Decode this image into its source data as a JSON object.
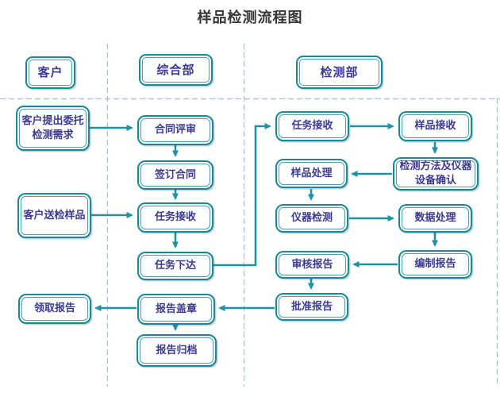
{
  "title": "样品检测流程图",
  "colors": {
    "box_border_teal": "#1b8899",
    "arrow_teal": "#1f93a5",
    "node_text_indigo": "#3c3a94",
    "lane_divider_dash": "#9cc6d4",
    "title_color": "#363636",
    "background": "#ffffff"
  },
  "lanes": [
    {
      "label": "客户"
    },
    {
      "label": "综合部"
    },
    {
      "label": "检测部"
    }
  ],
  "nodes": [
    {
      "id": "customer-request",
      "lane": "客户",
      "label": "客户提出委托检测需求"
    },
    {
      "id": "customer-send-sample",
      "lane": "客户",
      "label": "客户送检样品"
    },
    {
      "id": "collect-report",
      "lane": "客户",
      "label": "领取报告"
    },
    {
      "id": "contract-review",
      "lane": "综合部",
      "label": "合同评审"
    },
    {
      "id": "sign-contract",
      "lane": "综合部",
      "label": "签订合同"
    },
    {
      "id": "task-accept-admin",
      "lane": "综合部",
      "label": "任务接收"
    },
    {
      "id": "task-assign",
      "lane": "综合部",
      "label": "任务下达"
    },
    {
      "id": "report-stamp",
      "lane": "综合部",
      "label": "报告盖章"
    },
    {
      "id": "report-archive",
      "lane": "综合部",
      "label": "报告归档"
    },
    {
      "id": "task-accept-test",
      "lane": "检测部",
      "label": "任务接收"
    },
    {
      "id": "sample-accept",
      "lane": "检测部",
      "label": "样品接收"
    },
    {
      "id": "method-confirm",
      "lane": "检测部",
      "label": "检测方法及仪器设备确认"
    },
    {
      "id": "sample-process",
      "lane": "检测部",
      "label": "样品处理"
    },
    {
      "id": "instrument-test",
      "lane": "检测部",
      "label": "仪器检测"
    },
    {
      "id": "data-process",
      "lane": "检测部",
      "label": "数据处理"
    },
    {
      "id": "report-compile",
      "lane": "检测部",
      "label": "编制报告"
    },
    {
      "id": "report-review",
      "lane": "检测部",
      "label": "审核报告"
    },
    {
      "id": "report-approve",
      "lane": "检测部",
      "label": "批准报告"
    }
  ],
  "flow": [
    {
      "from": "customer-request",
      "to": "contract-review"
    },
    {
      "from": "contract-review",
      "to": "sign-contract"
    },
    {
      "from": "sign-contract",
      "to": "task-accept-admin"
    },
    {
      "from": "customer-send-sample",
      "to": "task-accept-admin"
    },
    {
      "from": "task-accept-admin",
      "to": "task-assign"
    },
    {
      "from": "task-assign",
      "to": "task-accept-test"
    },
    {
      "from": "task-accept-test",
      "to": "sample-accept"
    },
    {
      "from": "sample-accept",
      "to": "method-confirm"
    },
    {
      "from": "method-confirm",
      "to": "sample-process"
    },
    {
      "from": "sample-process",
      "to": "instrument-test"
    },
    {
      "from": "instrument-test",
      "to": "data-process"
    },
    {
      "from": "data-process",
      "to": "report-compile"
    },
    {
      "from": "report-compile",
      "to": "report-review"
    },
    {
      "from": "report-review",
      "to": "report-approve"
    },
    {
      "from": "report-approve",
      "to": "report-stamp"
    },
    {
      "from": "report-stamp",
      "to": "collect-report"
    },
    {
      "from": "report-stamp",
      "to": "report-archive"
    }
  ]
}
